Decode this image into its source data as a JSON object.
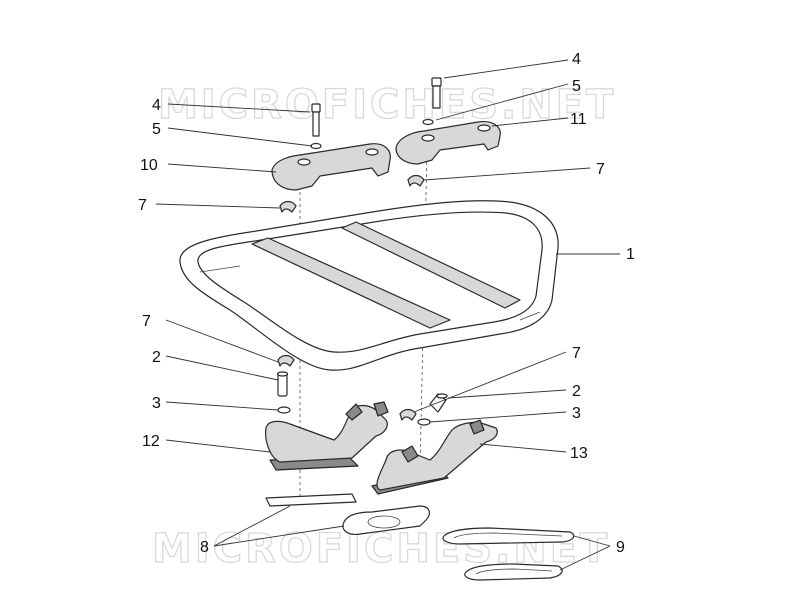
{
  "watermark": {
    "top": "MICROFICHES.NET",
    "bottom": "MICROFICHES.NET"
  },
  "callouts": {
    "c4a": "4",
    "c4b": "4",
    "c5a": "5",
    "c5b": "5",
    "c11": "11",
    "c10": "10",
    "c7a": "7",
    "c7b": "7",
    "c1": "1",
    "c7c": "7",
    "c7d": "7",
    "c2a": "2",
    "c2b": "2",
    "c3a": "3",
    "c3b": "3",
    "c12": "12",
    "c13": "13",
    "c8": "8",
    "c9": "9"
  }
}
